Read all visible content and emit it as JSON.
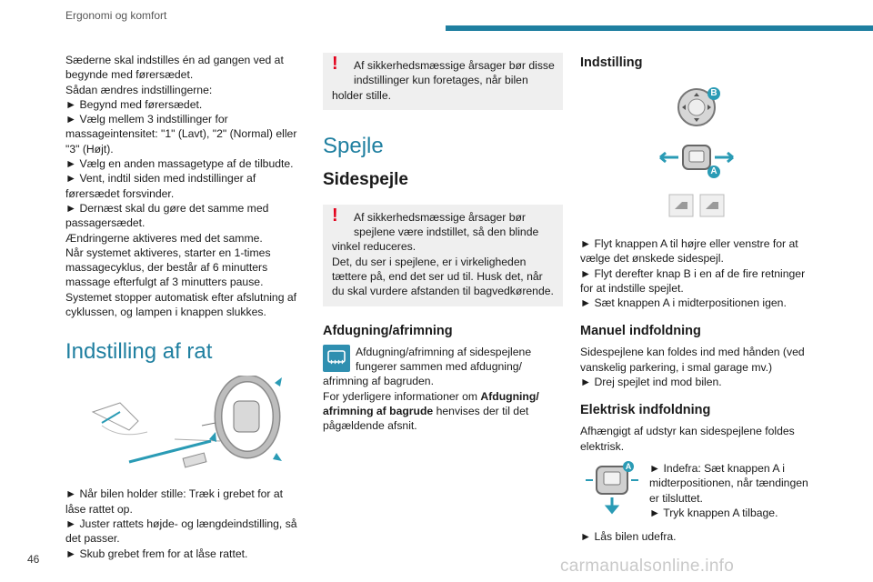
{
  "header": {
    "section_title": "Ergonomi og komfort",
    "accent_color": "#1f7fa0"
  },
  "col1": {
    "intro_lines": [
      "Sæderne skal indstilles én ad gangen ved at begynde med førersædet.",
      "Sådan ændres indstillingerne:",
      "► Begynd med førersædet.",
      "► Vælg mellem 3 indstillinger for massageintensitet: \"1\" (Lavt), \"2\" (Normal) eller \"3\" (Højt).",
      "► Vælg en anden massagetype af de tilbudte.",
      "► Vent, indtil siden med indstillinger af førersædet forsvinder.",
      "► Dernæst skal du gøre det samme med passagersædet.",
      "Ændringerne aktiveres med det samme.",
      "Når systemet aktiveres, starter en 1-times massagecyklus, der består af 6 minutters massage efterfulgt af 3 minutters pause.",
      "Systemet stopper automatisk efter afslutning af cyklussen, og lampen i knappen slukkes."
    ],
    "steering_heading": "Indstilling af rat",
    "steering_lines": [
      "► Når bilen holder stille: Træk i grebet for at låse rattet op.",
      "► Juster rattets højde- og længdeindstilling, så det passer.",
      "► Skub grebet frem for at låse rattet."
    ]
  },
  "col2": {
    "warn1_line1": "Af sikkerhedsmæssige årsager bør disse indstillinger kun foretages, når bilen",
    "warn1_line2": "holder stille.",
    "mirrors_heading": "Spejle",
    "side_mirrors_heading": "Sidespejle",
    "warn2_line1": "Af sikkerhedsmæssige årsager bør spejlene være indstillet, så den blinde",
    "warn2_rest": "vinkel reduceres.",
    "warn2_p2": "Det, du ser i spejlene, er i virkeligheden tættere på, end det ser ud til. Husk det, når du skal vurdere afstanden til bagvedkørende.",
    "defrost_heading": "Afdugning/afrimning",
    "defrost_text1": "Afdugning/afrimning af sidespejlene fungerer sammen med afdugning/",
    "defrost_text2": "afrimning af bagruden.",
    "defrost_text3": "For yderligere informationer om",
    "defrost_bold": "Afdugning/ afrimning af bagrude",
    "defrost_text4": "henvises der til det pågældende afsnit."
  },
  "col3": {
    "adjust_heading": "Indstilling",
    "label_b": "B",
    "label_a": "A",
    "adjust_lines": [
      "► Flyt knappen A til højre eller venstre for at vælge det ønskede sidespejl.",
      "► Flyt derefter knap B i en af de fire retninger for at indstille spejlet.",
      "► Sæt knappen A i midterpositionen igen."
    ],
    "manual_heading": "Manuel indfoldning",
    "manual_text": "Sidespejlene kan foldes ind med hånden (ved vanskelig parkering, i smal garage mv.)",
    "manual_step": "► Drej spejlet ind mod bilen.",
    "electric_heading": "Elektrisk indfoldning",
    "electric_text": "Afhængigt af udstyr kan sidespejlene foldes elektrisk.",
    "electric_step1": "► Indefra: Sæt knappen A i midterpositionen, når tændingen er tilsluttet.",
    "electric_step2": "► Tryk knappen A tilbage.",
    "electric_step3": "► Lås bilen udefra."
  },
  "footer": {
    "page_number": "46",
    "watermark": "carmanualsonline.info"
  }
}
